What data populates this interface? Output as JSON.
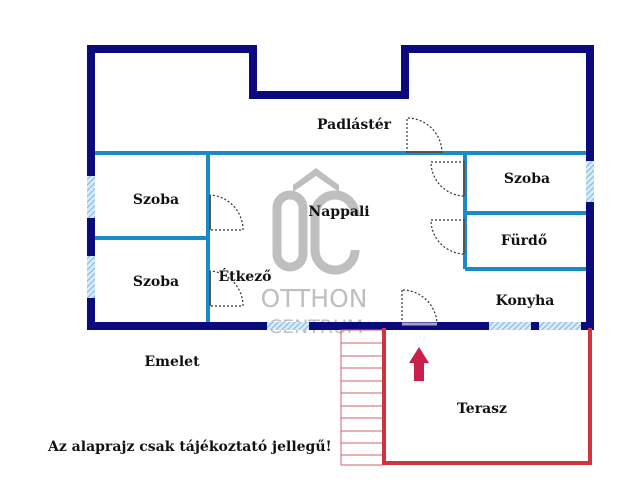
{
  "rooms": {
    "attic": "Padlástér",
    "living": "Nappali",
    "room_left_top": "Szoba",
    "room_left_bottom": "Szoba",
    "room_right": "Szoba",
    "bathroom": "Fürdő",
    "dining": "Étkező",
    "kitchen": "Konyha",
    "terrace": "Terasz"
  },
  "floor_label": "Emelet",
  "disclaimer": "Az alaprajz csak tájékoztató jellegű!",
  "watermark": {
    "logo": "OC",
    "line1": "OTTHON",
    "line2": "CENTRUM"
  },
  "colors": {
    "outer_wall": "#0b0b7e",
    "inner_wall": "#1a8ac8",
    "terrace": "#d0343c",
    "window": "#9cc8e8",
    "arrow": "#c8204a"
  }
}
